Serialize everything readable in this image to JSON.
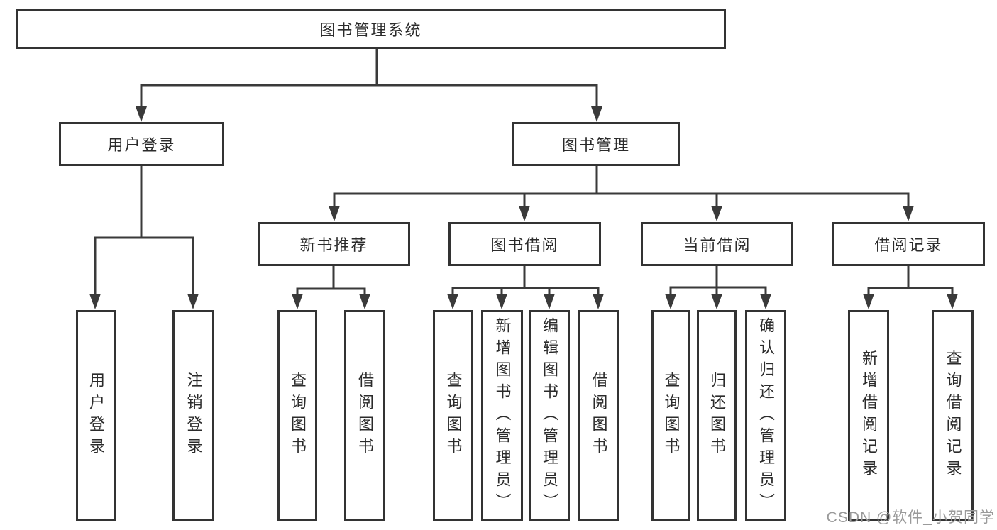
{
  "diagram": {
    "root": {
      "label": "图书管理系统"
    },
    "level2": [
      {
        "label": "用户登录"
      },
      {
        "label": "图书管理"
      }
    ],
    "level3": [
      {
        "label": "新书推荐"
      },
      {
        "label": "图书借阅"
      },
      {
        "label": "当前借阅"
      },
      {
        "label": "借阅记录"
      }
    ],
    "leaves": {
      "user_login": [
        {
          "label": "用户登录"
        },
        {
          "label": "注销登录"
        }
      ],
      "new_book_recommend": [
        {
          "label": "查询图书"
        },
        {
          "label": "借阅图书"
        }
      ],
      "book_borrow": [
        {
          "label": "查询图书"
        },
        {
          "label": "新增图书（管理员）"
        },
        {
          "label": "编辑图书（管理员）"
        },
        {
          "label": "借阅图书"
        }
      ],
      "current_borrow": [
        {
          "label": "查询图书"
        },
        {
          "label": "归还图书"
        },
        {
          "label": "确认归还（管理员）"
        }
      ],
      "borrow_record": [
        {
          "label": "新增借阅记录"
        },
        {
          "label": "查询借阅记录"
        }
      ]
    },
    "watermark": "CSDN @软件_小贺同学",
    "colors": {
      "line": "#3a3a3a",
      "box_border": "#333333",
      "text": "#2b2b2b",
      "watermark": "#9a9a9a",
      "background": "#ffffff"
    }
  }
}
